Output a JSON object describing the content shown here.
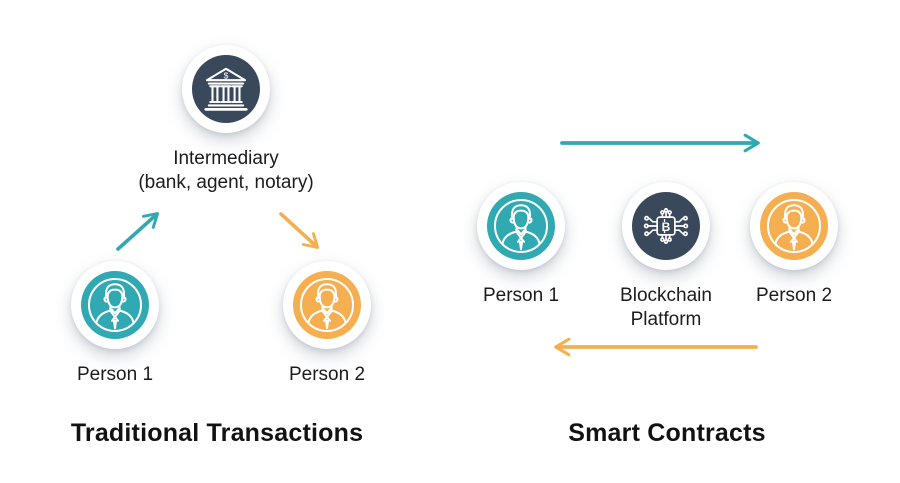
{
  "colors": {
    "teal": "#31A9B2",
    "orange": "#F5AF50",
    "navy": "#39495B",
    "label_text": "#1C1C1C",
    "title_text": "#121212",
    "background": "#FFFFFF"
  },
  "left_diagram": {
    "title": "Traditional Transactions",
    "nodes": {
      "intermediary": {
        "label_line1": "Intermediary",
        "label_line2": "(bank, agent, notary)",
        "icon": "bank-icon",
        "color": "#39495B"
      },
      "person1": {
        "label": "Person 1",
        "icon": "person-icon",
        "color": "#31A9B2"
      },
      "person2": {
        "label": "Person 2",
        "icon": "person-icon",
        "color": "#F5AF50"
      }
    },
    "arrows": [
      {
        "from": "person1",
        "to": "intermediary",
        "direction": "up-right",
        "color": "#31A9B2"
      },
      {
        "from": "intermediary",
        "to": "person2",
        "direction": "down-right",
        "color": "#F5AF50"
      }
    ]
  },
  "right_diagram": {
    "title": "Smart Contracts",
    "nodes": {
      "person1": {
        "label": "Person 1",
        "icon": "person-icon",
        "color": "#31A9B2"
      },
      "platform": {
        "label_line1": "Blockchain",
        "label_line2": "Platform",
        "icon": "blockchain-chip-icon",
        "color": "#39495B"
      },
      "person2": {
        "label": "Person 2",
        "icon": "person-icon",
        "color": "#F5AF50"
      }
    },
    "arrows": [
      {
        "from": "person1",
        "to": "person2",
        "direction": "right",
        "color": "#31A9B2"
      },
      {
        "from": "person2",
        "to": "person1",
        "direction": "left",
        "color": "#F5AF50"
      }
    ]
  },
  "icons": {
    "bank_symbol": "$",
    "blockchain_symbol": "B"
  }
}
